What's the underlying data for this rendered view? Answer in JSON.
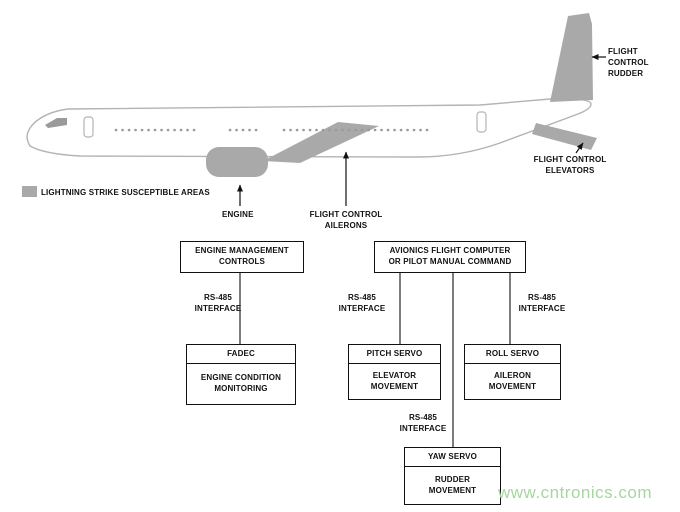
{
  "colors": {
    "susceptible_area_gray": "#a9a9a9",
    "airframe_outline_gray": "#b3b3b3",
    "watermark_green": "#a5d79f"
  },
  "airplane_labels": {
    "rudder": "FLIGHT\nCONTROL\nRUDDER",
    "elevators": "FLIGHT CONTROL\nELEVATORS",
    "engine": "ENGINE",
    "ailerons": "FLIGHT CONTROL\nAILERONS",
    "legend": "LIGHTNING STRIKE SUSCEPTIBLE AREAS"
  },
  "diagram": {
    "engine_mgmt": "ENGINE MANAGEMENT\nCONTROLS",
    "avionics": "AVIONICS FLIGHT COMPUTER\nOR PILOT MANUAL COMMAND",
    "fadec_title": "FADEC",
    "fadec_body": "ENGINE CONDITION\nMONITORING",
    "pitch_title": "PITCH SERVO",
    "pitch_body": "ELEVATOR\nMOVEMENT",
    "roll_title": "ROLL SERVO",
    "roll_body": "AILERON\nMOVEMENT",
    "yaw_title": "YAW SERVO",
    "yaw_body": "RUDDER\nMOVEMENT",
    "rs485_left": "RS-485\nINTERFACE",
    "rs485_mid": "RS-485\nINTERFACE",
    "rs485_right": "RS-485\nINTERFACE",
    "rs485_yaw": "RS-485\nINTERFACE"
  },
  "watermark": "www.cntronics.com"
}
